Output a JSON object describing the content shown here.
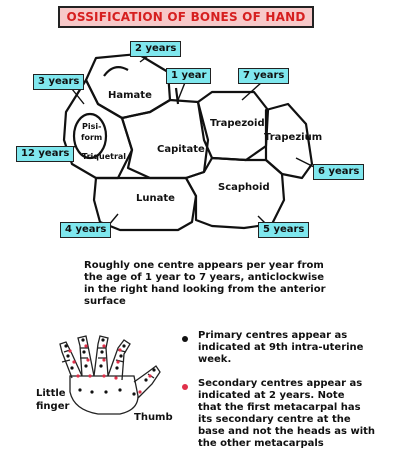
{
  "title": "OSSIFICATION OF BONES OF HAND",
  "bones": {
    "hamate": "Hamate",
    "pisiform_line1": "Pisi-",
    "pisiform_line2": "form",
    "triquetral": "Triquetral",
    "capitate": "Capitate",
    "trapezoid": "Trapezoid",
    "trapezium": "Trapezium",
    "lunate": "Lunate",
    "scaphoid": "Scaphoid"
  },
  "ages": {
    "hamate_tag": "2 years",
    "capitate_tag": "1 year",
    "trapezoid_tag": "7 years",
    "triquetral_tag": "3 years",
    "pisiform_tag": "12 years",
    "trapezium_tag": "6 years",
    "lunate_tag": "4 years",
    "scaphoid_tag": "5 years"
  },
  "description": {
    "line1": "Roughly one centre appears per year from",
    "line2": "the age of 1 year to 7 years, anticlockwise",
    "line3": "in the right hand looking from the anterior",
    "line4": "surface"
  },
  "hand_labels": {
    "little": "Little",
    "finger": "finger",
    "thumb": "Thumb"
  },
  "legend": {
    "primary_color": "#111111",
    "secondary_color": "#e0304a",
    "primary_line1": "Primary centres appear as",
    "primary_line2": "indicated at 9th intra-uterine",
    "primary_line3": "week.",
    "secondary_line1": "Secondary centres appear as",
    "secondary_line2": "indicated at 2 years. Note",
    "secondary_line3": "that the first metacarpal has",
    "secondary_line4": "its secondary centre at the",
    "secondary_line5": "base and not the heads as with",
    "secondary_line6": "the other metacarpals"
  }
}
